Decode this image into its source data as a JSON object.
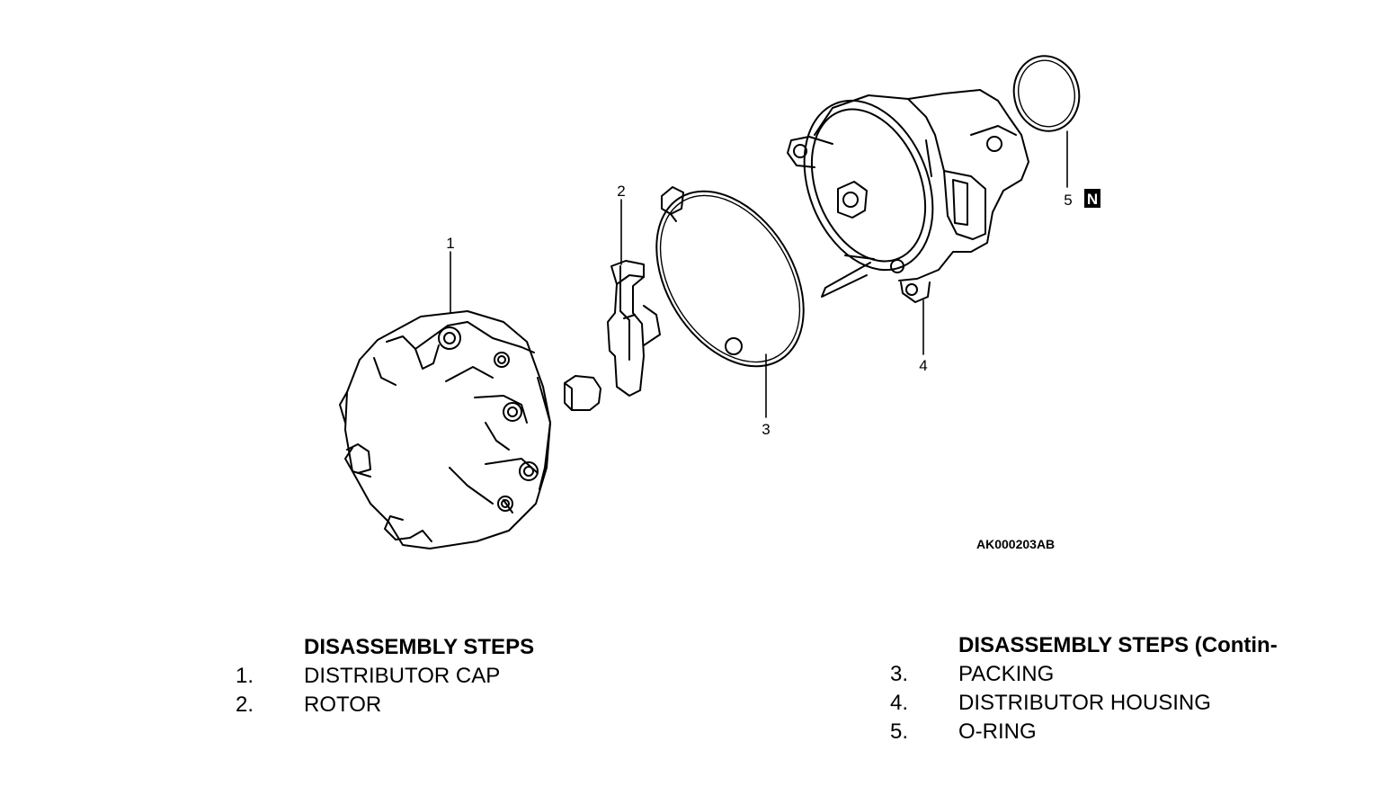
{
  "callouts": {
    "part1": "1",
    "part2": "2",
    "part3": "3",
    "part4": "4",
    "part5": "5",
    "part5_symbol": "N"
  },
  "figure_code": "AK000203AB",
  "steps_left": {
    "heading": "DISASSEMBLY STEPS",
    "items": [
      {
        "num": "1.",
        "label": "DISTRIBUTOR CAP"
      },
      {
        "num": "2.",
        "label": "ROTOR"
      }
    ]
  },
  "steps_right": {
    "heading": "DISASSEMBLY STEPS (Contin-",
    "items": [
      {
        "num": "3.",
        "label": "PACKING"
      },
      {
        "num": "4.",
        "label": "DISTRIBUTOR HOUSING"
      },
      {
        "num": "5.",
        "label": "O-RING"
      }
    ]
  }
}
